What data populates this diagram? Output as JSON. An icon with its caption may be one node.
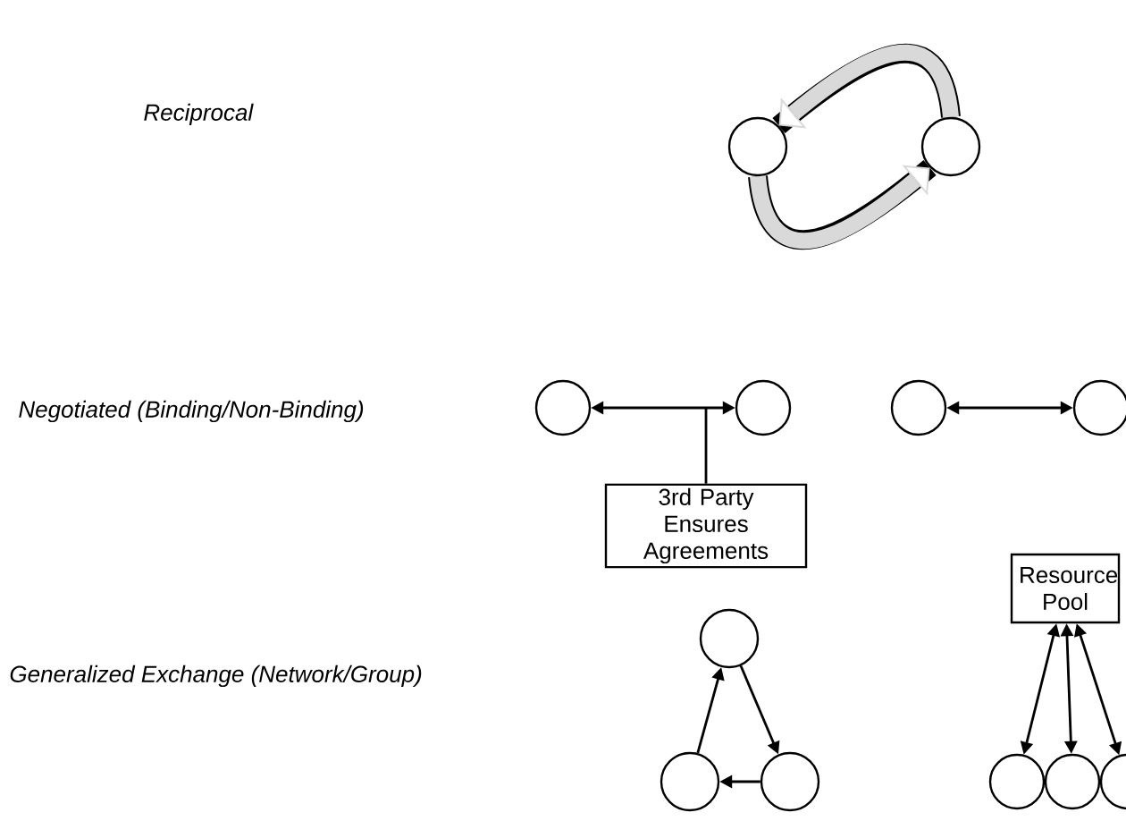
{
  "diagram": {
    "nodes": [
      {
        "text": [],
        "shape": "circle"
      },
      {
        "text": [],
        "shape": "circle"
      },
      {
        "text": [],
        "shape": "circle"
      },
      {
        "text": [],
        "shape": "circle"
      },
      {
        "text": [],
        "shape": "circle"
      },
      {
        "text": [],
        "shape": "circle"
      },
      {
        "text": [
          "3rd Party Ensures Agreements"
        ]
      },
      {
        "text": [
          "Resource Pool"
        ]
      },
      {
        "text": [],
        "shape": "circle"
      },
      {
        "text": [],
        "shape": "circle"
      },
      {
        "text": [],
        "shape": "circle"
      },
      {
        "text": [],
        "shape": "circle"
      },
      {
        "text": [],
        "shape": "circle"
      },
      {
        "text": [],
        "shape": "circle"
      }
    ],
    "edges": [
      {
        "from": 1,
        "to": 0,
        "arrow": "to",
        "style": "thick"
      },
      {
        "from": 0,
        "to": 1,
        "arrow": "to",
        "style": "thick"
      },
      {
        "from": 2,
        "to": 3,
        "arrow": "both"
      },
      {
        "from": 6,
        "to": null,
        "arrow": "none"
      },
      {
        "from": 4,
        "to": 5,
        "arrow": "both"
      },
      {
        "from": 9,
        "to": 8,
        "arrow": "to"
      },
      {
        "from": 8,
        "to": 10,
        "arrow": "to"
      },
      {
        "from": 10,
        "to": 9,
        "arrow": "to"
      },
      {
        "from": 7,
        "to": 11,
        "arrow": "both"
      },
      {
        "from": 7,
        "to": 12,
        "arrow": "both"
      },
      {
        "from": 7,
        "to": 13,
        "arrow": "both"
      }
    ],
    "labels": [
      "Reciprocal",
      "Negotiated (Binding/Non-Binding)",
      "Generalized Exchange (Network/Group)"
    ]
  }
}
